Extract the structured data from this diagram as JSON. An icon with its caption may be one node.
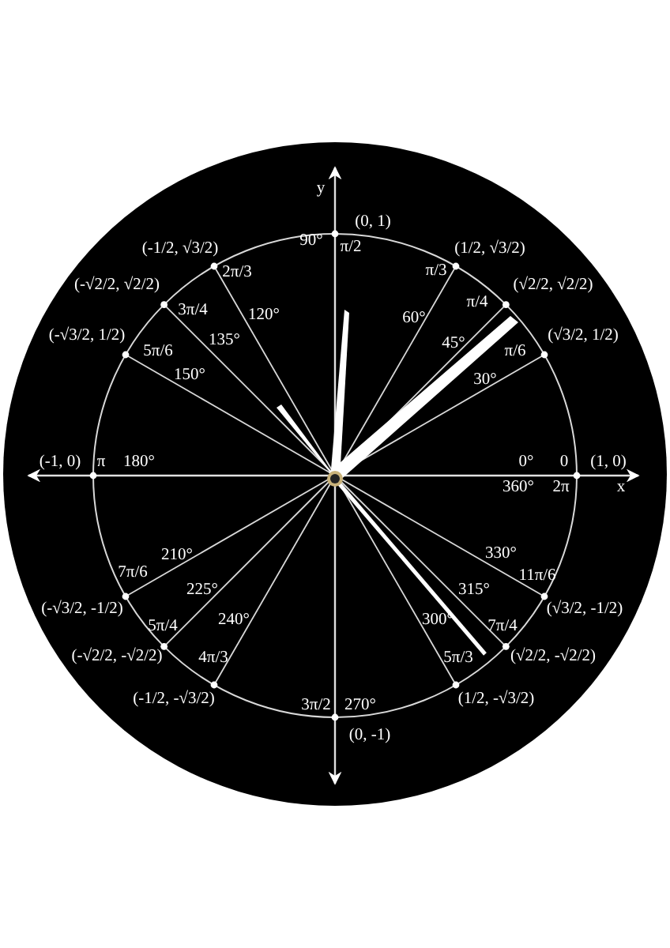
{
  "diagram": {
    "labels": [
      "y",
      "(0, 1)",
      "90°",
      "π/2",
      "(-1/2, √3/2)",
      "(1/2, √3/2)",
      "2π/3",
      "π/3",
      "(-√2/2, √2/2)",
      "(√2/2, √2/2)",
      "3π/4",
      "π/4",
      "120°",
      "60°",
      "(-√3/2, 1/2)",
      "(√3/2, 1/2)",
      "5π/6",
      "π/6",
      "135°",
      "45°",
      "150°",
      "30°",
      "(-1, 0)",
      "π",
      "180°",
      "0°",
      "0",
      "(1, 0)",
      "360°",
      "2π",
      "x",
      "210°",
      "330°",
      "7π/6",
      "11π/6",
      "225°",
      "315°",
      "(-√3/2, -1/2)",
      "(√3/2, -1/2)",
      "240°",
      "300°",
      "5π/4",
      "7π/4",
      "(-√2/2, -√2/2)",
      "4π/3",
      "5π/3",
      "(√2/2, -√2/2)",
      "(-1/2, -√3/2)",
      "3π/2",
      "270°",
      "(1/2, -√3/2)",
      "(0, -1)"
    ]
  }
}
